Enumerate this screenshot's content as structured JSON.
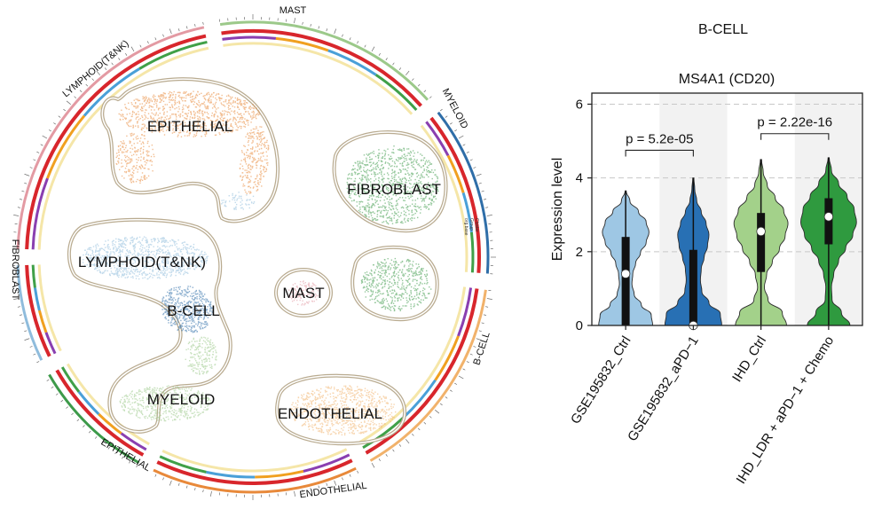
{
  "umap_plot": {
    "clusters": [
      {
        "name": "EPITHELIAL",
        "color": "#e8893a"
      },
      {
        "name": "FIBROBLAST",
        "color": "#3d9a4a"
      },
      {
        "name": "LYMPHOID(T&NK)",
        "color": "#8fbcdc"
      },
      {
        "name": "B-CELL",
        "color": "#2f6ea8"
      },
      {
        "name": "MAST",
        "color": "#e39aa3"
      },
      {
        "name": "MYELOID",
        "color": "#9cc98a"
      },
      {
        "name": "ENDOTHELIAL",
        "color": "#f1b26b"
      }
    ],
    "ring_labels": [
      "MAST",
      "MYELOID",
      "B-CELL",
      "ENDOTHELIAL",
      "EPITHELIAL",
      "FIBROBLAST",
      "LYMPHOID(T&NK)"
    ],
    "ring_legend": [
      "Cluster",
      "Group",
      "org.base"
    ]
  },
  "chart_data": {
    "type": "violin",
    "super_title": "B-CELL",
    "title": "MS4A1 (CD20)",
    "xlabel": "",
    "ylabel": "Expression level",
    "ylim": [
      0,
      6.3
    ],
    "yticks": [
      0,
      2,
      4,
      6
    ],
    "grid": "horizontal dashed",
    "categories": [
      "GSE195832_Ctrl",
      "GSE195832_aPD−1",
      "IHD_Ctrl",
      "IHD_LDR + aPD−1 + Chemo"
    ],
    "colors": [
      "#9ec7e4",
      "#2870b4",
      "#a3d18a",
      "#2f9a3f"
    ],
    "series": [
      {
        "median": 1.4,
        "q1": 0.0,
        "q3": 2.4,
        "min": 0.0,
        "max": 3.65
      },
      {
        "median": 0.0,
        "q1": 0.0,
        "q3": 2.05,
        "min": 0.0,
        "max": 4.0
      },
      {
        "median": 2.55,
        "q1": 1.45,
        "q3": 3.05,
        "min": 0.0,
        "max": 4.5
      },
      {
        "median": 2.95,
        "q1": 2.2,
        "q3": 3.45,
        "min": 0.0,
        "max": 4.55
      }
    ],
    "annotations": [
      {
        "groups": [
          0,
          1
        ],
        "label": "p = 5.2e-05",
        "y": 4.75
      },
      {
        "groups": [
          2,
          3
        ],
        "label": "p = 2.22e-16",
        "y": 5.2
      }
    ]
  }
}
